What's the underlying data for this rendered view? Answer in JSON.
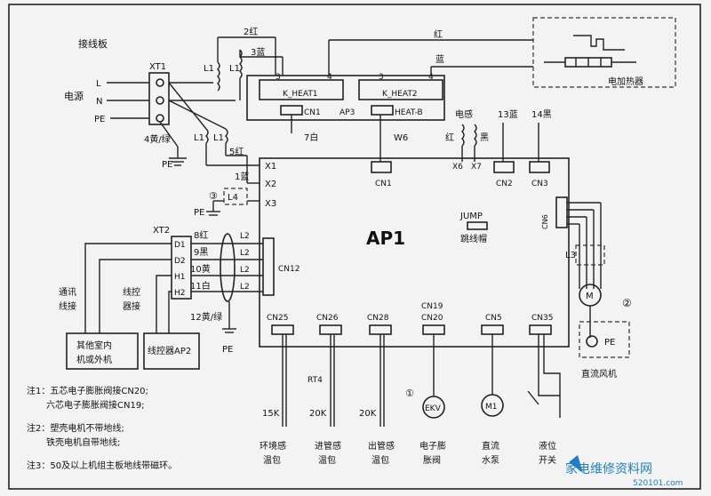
{
  "labels": {
    "terminal_block": "接线板",
    "power": "电源",
    "xt1": "XT1",
    "L": "L",
    "N": "N",
    "PE": "PE",
    "pe_ground_1": "PE",
    "wire_4": "4黄/绿",
    "L1_a": "L1",
    "L1_b": "L1",
    "L1_c": "L1",
    "L1_d": "L1",
    "wire_2red": "2红",
    "wire_3blue": "3蓝",
    "wire_red": "红",
    "wire_blue": "蓝",
    "wire_5red": "5红",
    "wire_1blue": "1蓝",
    "heater_name": "电加热器",
    "k_heat1": "K_HEAT1",
    "k_heat2": "K_HEAT2",
    "cn1_ap3": "CN1",
    "ap3": "AP3",
    "heat_b": "HEAT-B",
    "t3": "3",
    "t4": "4",
    "t3b": "3",
    "t4b": "4",
    "wire_7white": "7白",
    "w6": "W6",
    "inductor": "电感",
    "red": "红",
    "black": "黑",
    "wire_13blue": "13蓝",
    "wire_14black": "14黑",
    "x1": "X1",
    "x2": "X2",
    "x3": "X3",
    "x6": "X6",
    "x7": "X7",
    "cn1": "CN1",
    "cn2": "CN2",
    "cn3": "CN3",
    "cn6": "CN6",
    "note3_mark": "③",
    "l4": "L4",
    "pe2": "PE",
    "jump": "JUMP",
    "jumper_cap": "跳线帽",
    "ap1": "AP1",
    "xt2": "XT2",
    "d1": "D1",
    "d2": "D2",
    "h1": "H1",
    "h2": "H2",
    "w8": "8红",
    "w9": "9黑",
    "w10": "10黄",
    "w11": "11白",
    "l2a": "L2",
    "l2b": "L2",
    "l2c": "L2",
    "l2d": "L2",
    "cn12": "CN12",
    "comm": "通讯",
    "comm2": "线接",
    "wired_ctrl": "线控",
    "wired_ctrl2": "器接",
    "w12": "12黄/绿",
    "pe3": "PE",
    "other_unit": "其他室内",
    "other_unit2": "机或外机",
    "wired_controller": "线控器AP2",
    "l3": "L3",
    "motor": "M",
    "note2_mark": "②",
    "pe4": "PE",
    "dc_fan": "直流风机",
    "cn25": "CN25",
    "cn26": "CN26",
    "cn28": "CN28",
    "cn19": "CN19",
    "cn20": "CN20",
    "cn5": "CN5",
    "cn35": "CN35",
    "rt4": "RT4",
    "r1": "15K",
    "r2": "20K",
    "r3": "20K",
    "note1_mark": "①",
    "ekv": "EKV",
    "ml": "M1",
    "s_env_1": "环境感",
    "s_env_2": "温包",
    "s_in_1": "进管感",
    "s_in_2": "温包",
    "s_out_1": "出管感",
    "s_out_2": "温包",
    "s_ekv_1": "电子膨",
    "s_ekv_2": "胀阀",
    "s_pump_1": "直流",
    "s_pump_2": "水泵",
    "s_lvl_1": "液位",
    "s_lvl_2": "开关"
  },
  "notes": [
    "注1：五芯电子膨胀阀接CN20;",
    "六芯电子膨胀阀接CN19;",
    "注2：塑壳电机不带地线;",
    "铁壳电机自带地线;",
    "注3：50及以上机组主板地线带磁环。"
  ],
  "watermark": {
    "brand": "家电维修资料网",
    "url": "520101.com"
  }
}
